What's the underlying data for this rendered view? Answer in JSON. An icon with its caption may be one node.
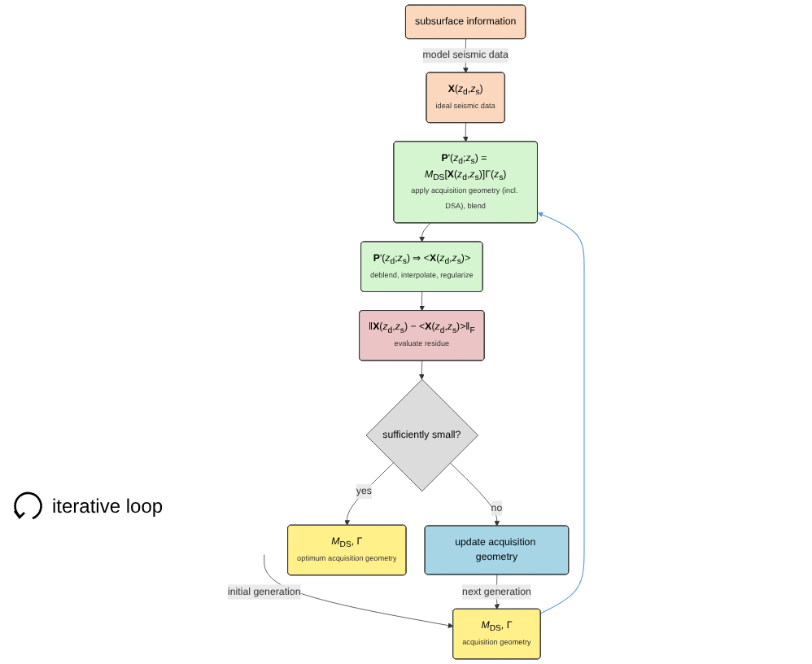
{
  "diagram": {
    "nodes": [
      {
        "text": [
          "subsurface information"
        ]
      },
      {
        "text": [
          "**X**(*z*$_{d}$,*z*$_{s}$)",
          "ideal seismic data"
        ]
      },
      {
        "text": [
          "*M*$_{DS}$, Γ",
          "acquisition geometry"
        ]
      },
      {
        "text": [
          "**P**'(*z*$_{d}$;*z*$_{s}$) = *M*$_{DS}$[**X**(*z*$_{d}$,*z*$_{s}$)]Γ(*z*$_{s}$)",
          "apply acquisition geometry (incl. DSA), blend"
        ]
      },
      {
        "text": [
          "**P**'(*z*$_{d}$;*z*$_{s}$) ⇒ <**X**(*z*$_{d}$,*z*$_{s}$)>",
          "deblend, interpolate, regularize"
        ]
      },
      {
        "text": [
          "update acquisition geometry"
        ]
      },
      {
        "text": [
          "‖**X**(*z*$_{d}$,*z*$_{s}$) − <**X**(*z*$_{d}$,*z*$_{s}$)>‖$_{F}$",
          "evaluate residue"
        ]
      },
      {
        "text": [
          "sufficiently small?"
        ]
      },
      {
        "text": [
          "*M*$_{DS}$, Γ",
          "optimum acquisition geometry"
        ]
      }
    ],
    "edges": [
      {
        "from": 0,
        "to": 1,
        "arrow": "to",
        "label": "model seismic data"
      },
      {
        "from": null,
        "to": 2,
        "arrow": "to",
        "label": "initial generation"
      },
      {
        "from": 2,
        "to": 3,
        "arrow": "to",
        "color": "#5b9bd5"
      },
      {
        "from": 1,
        "to": 3,
        "arrow": "to"
      },
      {
        "from": 3,
        "to": 4,
        "arrow": "to"
      },
      {
        "from": 4,
        "to": 6,
        "arrow": "to"
      },
      {
        "from": 6,
        "to": 7,
        "arrow": "to"
      },
      {
        "from": 7,
        "to": 5,
        "arrow": "to",
        "label": "no"
      },
      {
        "from": 5,
        "to": 2,
        "arrow": "to",
        "label": "next generation"
      },
      {
        "from": 7,
        "to": 8,
        "arrow": "to",
        "label": "yes"
      }
    ],
    "labels": [
      "iterative loop"
    ]
  }
}
